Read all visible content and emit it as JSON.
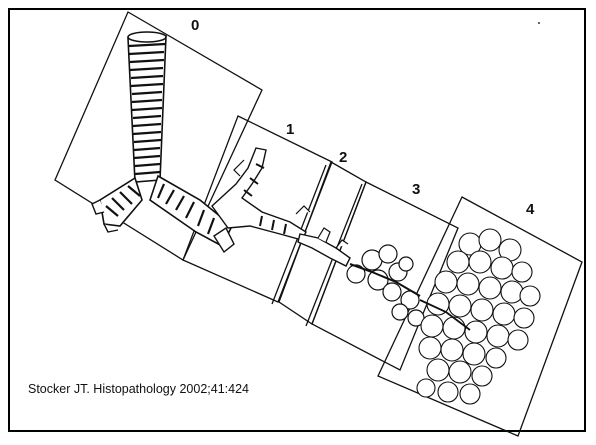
{
  "figure": {
    "zone_labels": [
      "0",
      "1",
      "2",
      "3",
      "4"
    ],
    "citation": "Stocker JT. Histopathology 2002;41:424"
  },
  "colors": {
    "ink": "#111111",
    "paper": "#ffffff",
    "frame": "#000000"
  }
}
